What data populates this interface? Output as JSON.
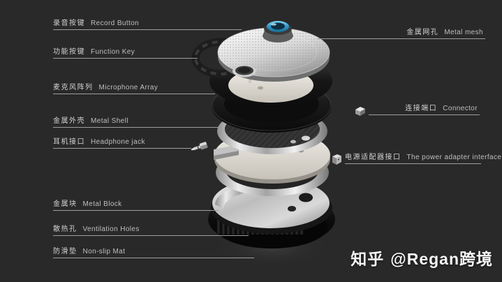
{
  "canvas": {
    "background": "#292929"
  },
  "labels": {
    "left": [
      {
        "zh": "录音按键",
        "en": "Record Button"
      },
      {
        "zh": "功能按键",
        "en": "Function Key"
      },
      {
        "zh": "麦克风阵列",
        "en": "Microphone Array"
      },
      {
        "zh": "金属外壳",
        "en": "Metal Shell"
      },
      {
        "zh": "耳机接口",
        "en": "Headphone jack"
      },
      {
        "zh": "金属块",
        "en": "Metal Block"
      },
      {
        "zh": "散热孔",
        "en": "Ventilation Holes"
      },
      {
        "zh": "防滑垫",
        "en": "Non-slip Mat"
      }
    ],
    "right": [
      {
        "zh": "金属网孔",
        "en": "Metal mesh"
      },
      {
        "zh": "连接端口",
        "en": "Connector"
      },
      {
        "zh": "电源适配器接口",
        "en": "The power adapter interface"
      }
    ]
  },
  "watermark": {
    "site": "知乎",
    "handle": "@Regan跨境"
  },
  "device": {
    "record_button_color": "#2f95c8"
  },
  "colors": {
    "label_text": "#cdcdcd",
    "leader_line": "#9e9e9e",
    "watermark_text": "#f6f6f6",
    "background": "#292929"
  }
}
